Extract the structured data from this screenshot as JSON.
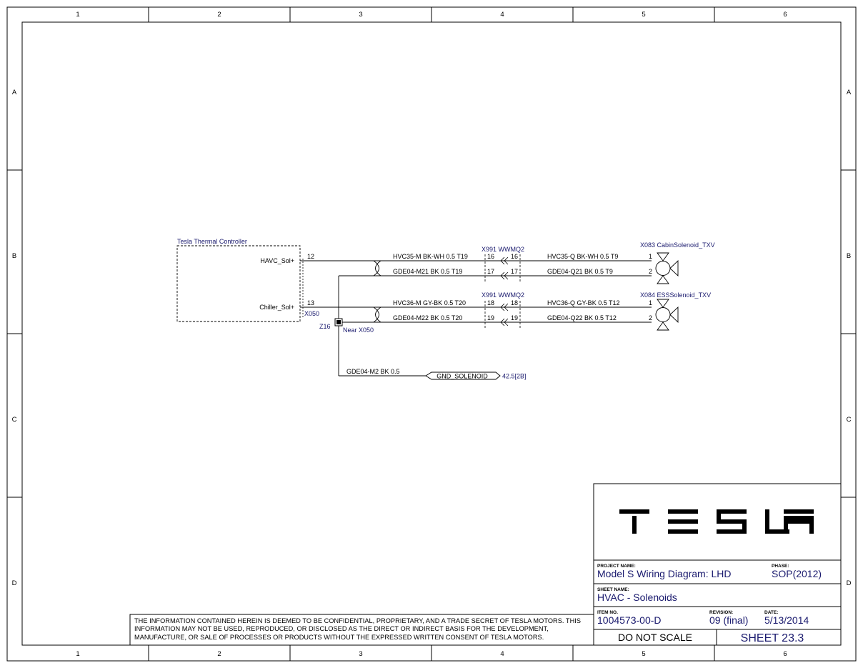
{
  "frame": {
    "columns": [
      "1",
      "2",
      "3",
      "4",
      "5",
      "6"
    ],
    "rows": [
      "A",
      "B",
      "C",
      "D"
    ]
  },
  "controller": {
    "name": "Tesla Thermal Controller",
    "pins": [
      {
        "label": "HAVC_Sol+",
        "number": "12"
      },
      {
        "label": "Chiller_Sol+",
        "number": "13"
      }
    ]
  },
  "splice": {
    "connector": "X050",
    "id": "Z16",
    "location": "Near X050"
  },
  "inline_connectors": [
    {
      "name": "X991 WWMQ2"
    },
    {
      "name": "X991 WWMQ2"
    }
  ],
  "wires": [
    {
      "left": "HVC35-M BK-WH 0.5 T19",
      "pin": "16",
      "right": "HVC35-Q BK-WH 0.5 T9",
      "dest_pin": "1"
    },
    {
      "left": "GDE04-M21 BK 0.5 T19",
      "pin": "17",
      "right": "GDE04-Q21 BK 0.5 T9",
      "dest_pin": "2"
    },
    {
      "left": "HVC36-M GY-BK 0.5 T20",
      "pin": "18",
      "right": "HVC36-Q GY-BK 0.5 T12",
      "dest_pin": "1"
    },
    {
      "left": "GDE04-M22 BK 0.5 T20",
      "pin": "19",
      "right": "GDE04-Q22 BK 0.5 T12",
      "dest_pin": "2"
    }
  ],
  "solenoids": [
    {
      "name": "X083  CabinSolenoid_TXV"
    },
    {
      "name": "X084  ESSSolenoid_TXV"
    }
  ],
  "ground": {
    "wire": "GDE04-M2 BK 0.5",
    "net": "GND_SOLENOID",
    "ref": "42.5[2B]"
  },
  "title_block": {
    "logo": "TESLA",
    "project_label": "PROJECT NAME:",
    "project": "Model S Wiring Diagram: LHD",
    "phase_label": "PHASE:",
    "phase": "SOP(2012)",
    "sheet_label": "SHEET NAME:",
    "sheet_name": "HVAC - Solenoids",
    "item_label": "ITEM NO.",
    "item": "1004573-00-D",
    "revision_label": "REVISION:",
    "revision": "09 (final)",
    "date_label": "DATE:",
    "date": "5/13/2014",
    "scale_note": "DO NOT SCALE",
    "sheet_no": "SHEET 23.3"
  },
  "disclaimer": "THE INFORMATION CONTAINED HEREIN IS DEEMED TO BE CONFIDENTIAL, PROPRIETARY, AND A TRADE SECRET OF TESLA MOTORS. THIS INFORMATION MAY NOT BE USED, REPRODUCED, OR DISCLOSED AS THE DIRECT OR INDIRECT BASIS FOR THE DEVELOPMENT, MANUFACTURE, OR SALE OF PROCESSES OR PRODUCTS WITHOUT THE EXPRESSED WRITTEN CONSENT OF TESLA MOTORS.",
  "colors": {
    "wire": "#000000",
    "label": "#1a1a6e",
    "frame": "#000000"
  }
}
